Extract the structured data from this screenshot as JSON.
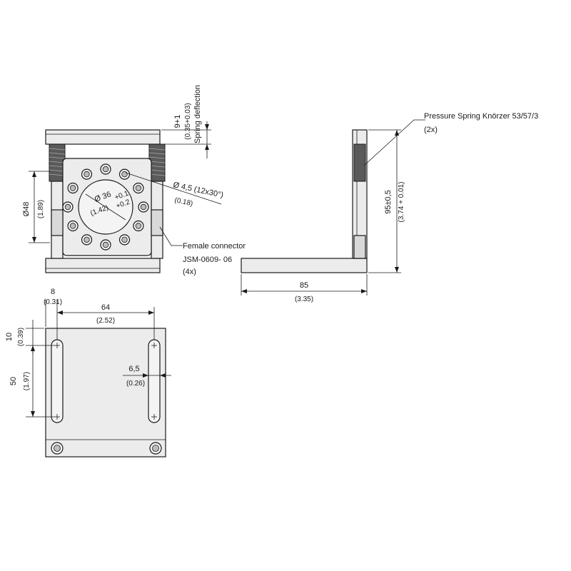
{
  "front_view": {
    "spring_dim": {
      "value": "9+1",
      "inch": "(0.35+0.03)",
      "note": "Spring deflection"
    },
    "hole_dim": {
      "value": "Ø 4,5 (12x30°)",
      "inch": "(0.18)"
    },
    "bore_dim": {
      "value": "Ø 36",
      "tol_upper": "+0.1",
      "tol_lower": "+0.2",
      "inch": "(1.42)"
    },
    "height_dim": {
      "value": "Ø48",
      "inch": "(1.89)"
    },
    "connector": {
      "label": "Female connector",
      "part": "JSM-0609- 06",
      "count": "(4x)"
    }
  },
  "side_view": {
    "spring_label": {
      "label": "Pressure Spring Knörzer 53/57/3",
      "count": "(2x)"
    },
    "height_dim": {
      "value": "95±0,5",
      "inch": "(3.74 + 0.01)"
    },
    "width_dim": {
      "value": "85",
      "inch": "(3.35)"
    }
  },
  "bottom_view": {
    "offset_dim": {
      "value": "8",
      "inch": "(0.31)"
    },
    "slot_spacing_dim": {
      "value": "64",
      "inch": "(2.52)"
    },
    "top_dim": {
      "value": "10",
      "inch": "(0.39)"
    },
    "slot_length_dim": {
      "value": "50",
      "inch": "(1.97)"
    },
    "slot_width_dim": {
      "value": "6,5",
      "inch": "(0.26)"
    }
  }
}
